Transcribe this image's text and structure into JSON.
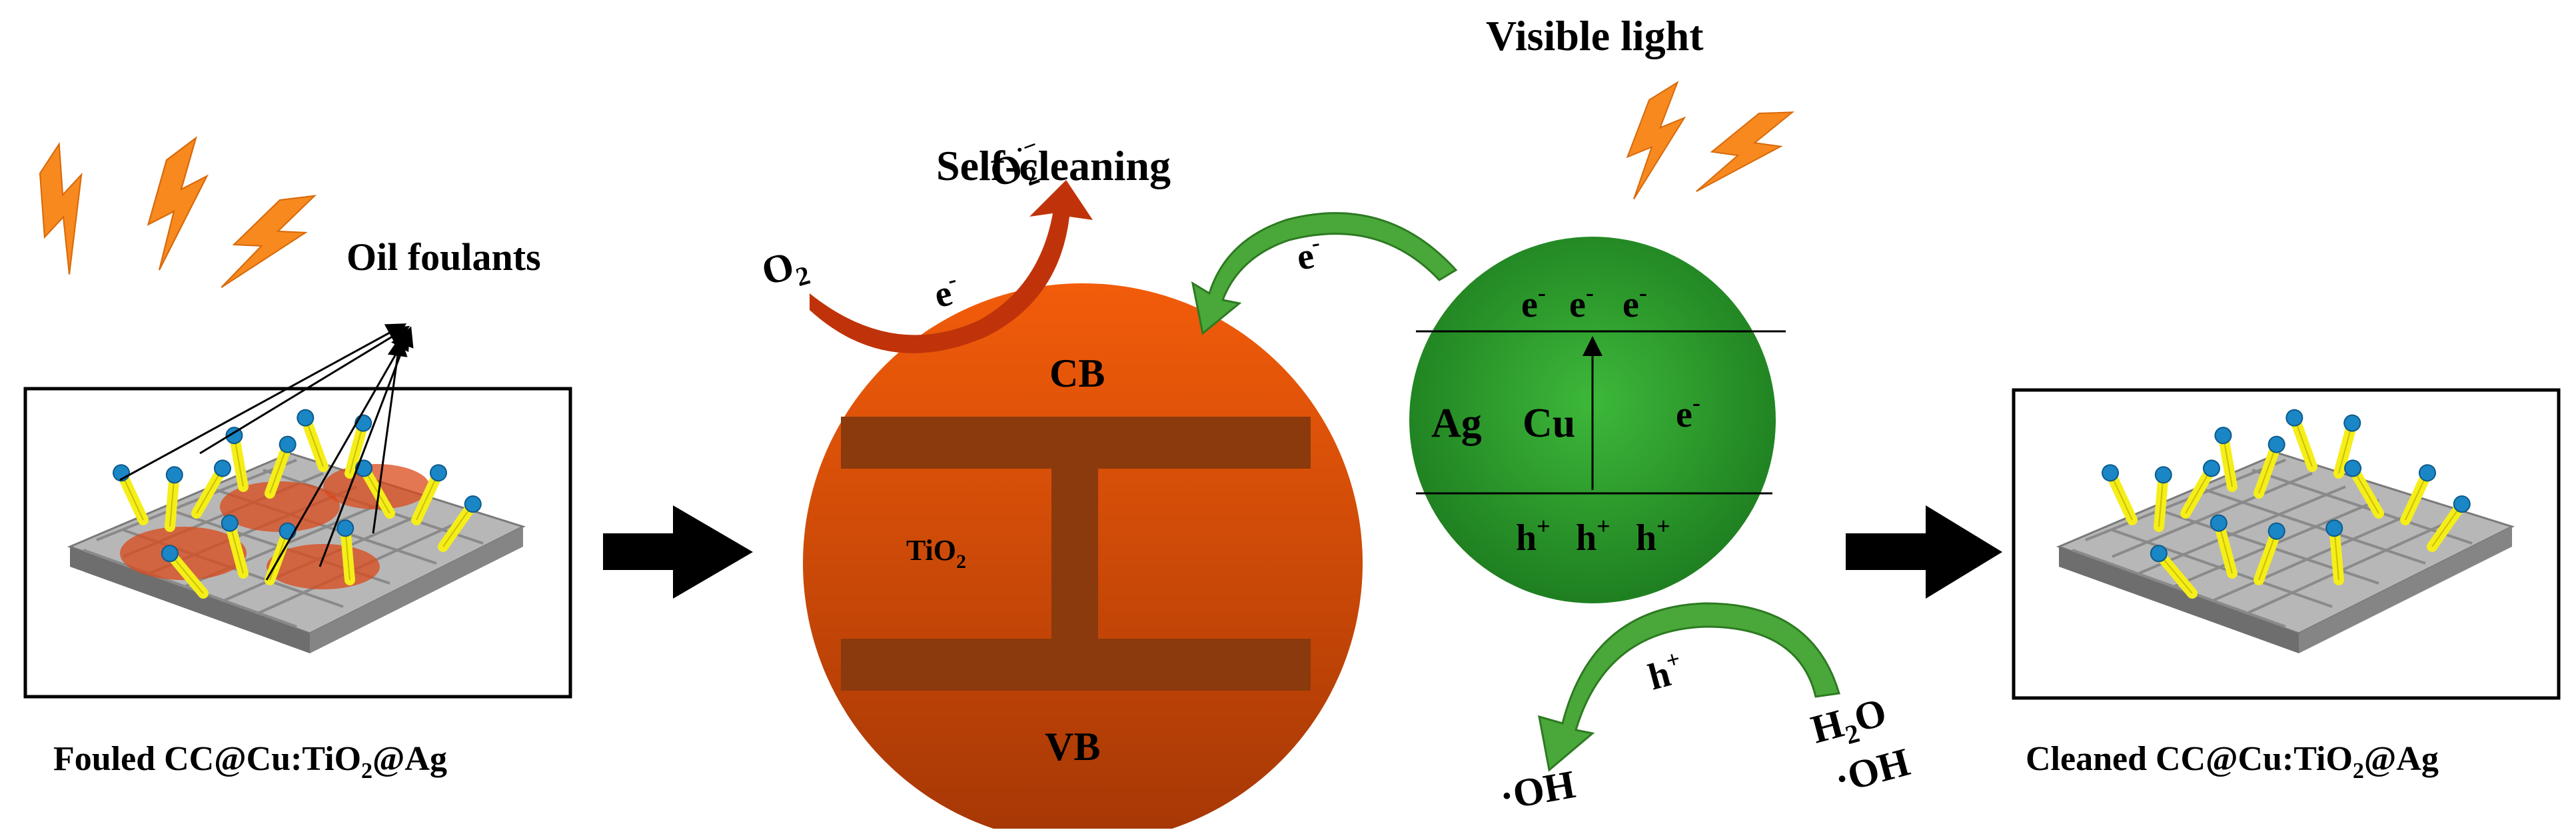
{
  "labels": {
    "oil_foulants": "Oil foulants",
    "self_cleaning": "Self-cleaning",
    "visible_light": "Visible light",
    "cb": "CB",
    "vb": "VB",
    "tio2": "TiO",
    "tio2_sub": "2",
    "ag": "Ag",
    "cu": "Cu",
    "electron": "e",
    "minus": "-",
    "hole": "h",
    "plus": "+",
    "o2": "O",
    "o2_sub": "2",
    "superoxide_sup": "·−",
    "h2o": "H",
    "h2o_sub": "2",
    "h2o_o": "O",
    "oh": "·OH",
    "oh2": "·OH",
    "fouled_prefix": "Fouled CC@Cu:TiO",
    "fouled_sub": "2",
    "fouled_suffix": "@Ag",
    "cleaned_prefix": "Cleaned CC@Cu:TiO",
    "cleaned_sub": "2",
    "cleaned_suffix": "@Ag"
  },
  "colors": {
    "tio2_light": "#f05a0a",
    "tio2_dark": "#a83a05",
    "tio2_band": "#8a3a0c",
    "agcu_light": "#3cae3a",
    "agcu_dark": "#1d7a1f",
    "arrow_green": "#4aa83a",
    "arrow_red": "#c0330a",
    "bolt": "#f7891f",
    "rod": "#f5ee1a",
    "bead": "#1a86c6",
    "fabric": "#9a9a9a",
    "foulant": "#d9481a"
  }
}
